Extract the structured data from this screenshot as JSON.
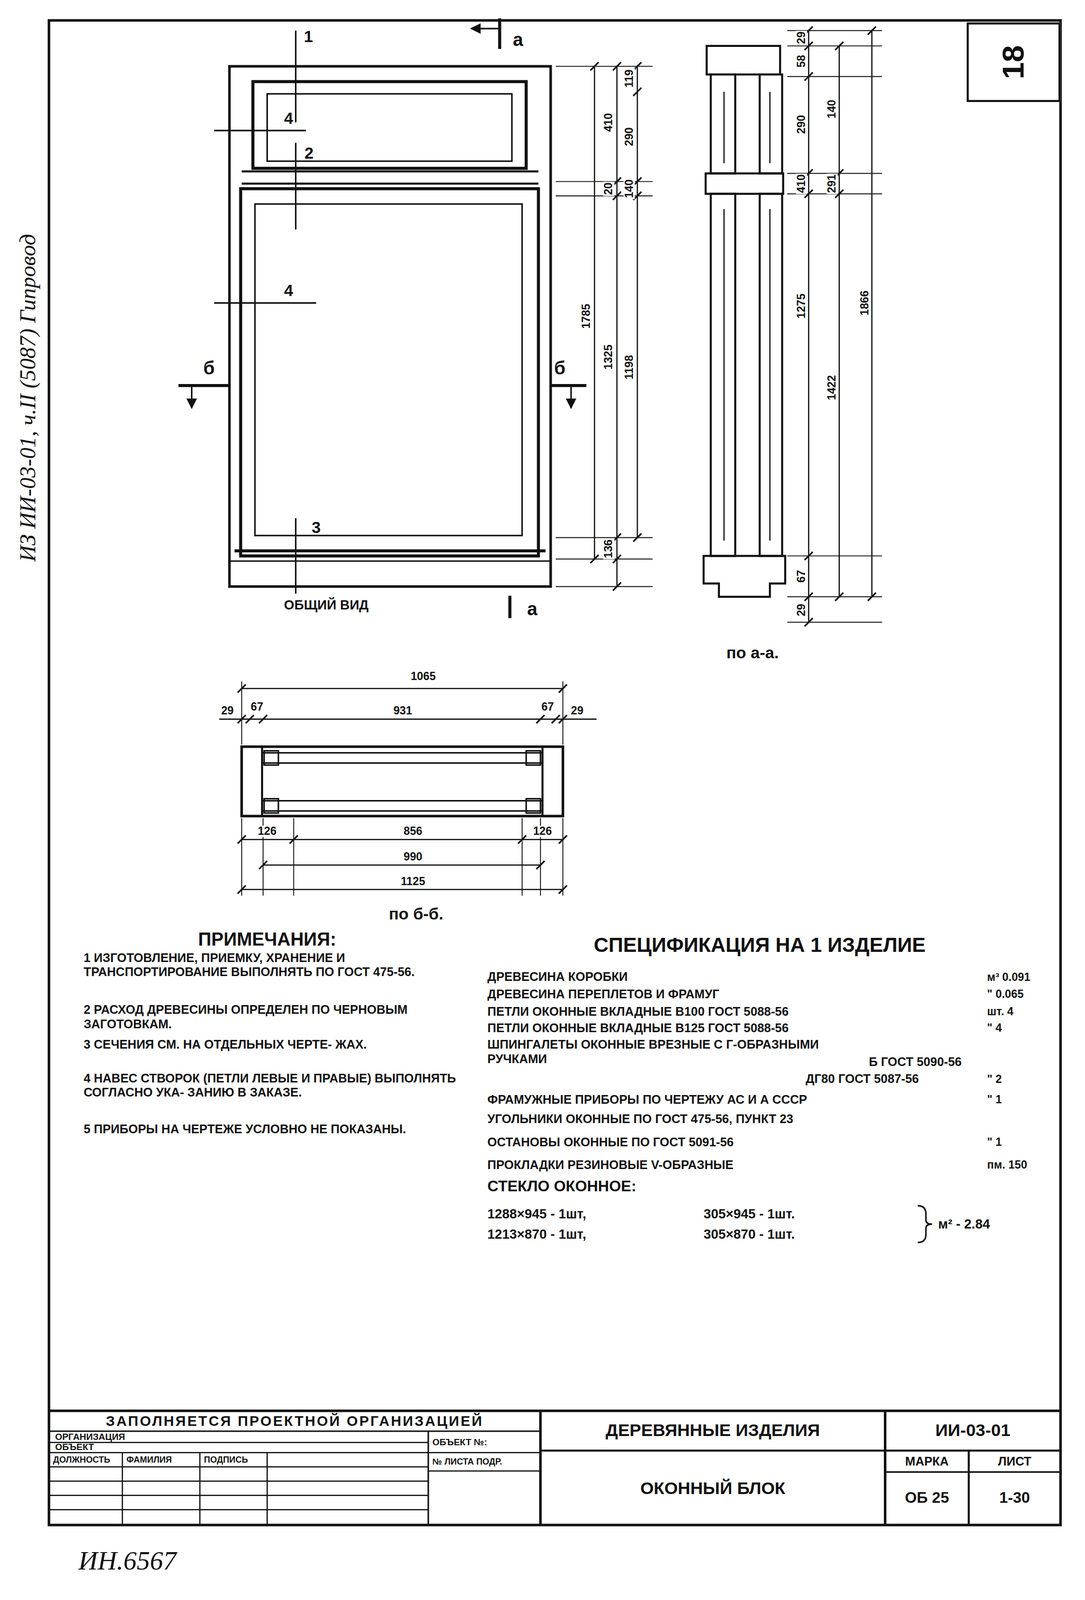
{
  "diagram": {
    "nodes": [
      {
        "text": [
          "18"
        ]
      }
    ],
    "labels": [
      "ИЗ ИИ-03-01, ч.II (5087) Гипровод",
      "1",
      "а",
      "4",
      "2",
      "4",
      "б",
      "б",
      "3",
      "ОБЩИЙ ВИД",
      "а",
      "1785",
      "410",
      "20",
      "1325",
      "136",
      "119",
      "290",
      "140",
      "1198",
      "29",
      "58",
      "290",
      "410",
      "140",
      "291",
      "1275",
      "1422",
      "1866",
      "67",
      "29",
      "по а-а.",
      "1065",
      "29",
      "67",
      "931",
      "67",
      "29",
      "126",
      "856",
      "126",
      "990",
      "1125",
      "по б-б.",
      "ПРИМЕЧАНИЯ:",
      "1 ИЗГОТОВЛЕНИЕ, ПРИЕМКУ, ХРАНЕНИЕ И ТРАНСПОРТИРОВАНИЕ ВЫПОЛНЯТЬ ПО ГОСТ 475-56.",
      "2 РАСХОД ДРЕВЕСИНЫ ОПРЕДЕЛЕН ПО ЧЕРНОВЫМ ЗАГОТОВКАМ.",
      "3 СЕЧЕНИЯ СМ. НА ОТДЕЛЬНЫХ ЧЕРТЕ- ЖАХ.",
      "4 НАВЕС СТВОРОК (ПЕТЛИ ЛЕВЫЕ И ПРАВЫЕ) ВЫПОЛНЯТЬ СОГЛАСНО УКА- ЗАНИЮ В ЗАКАЗЕ.",
      "5 ПРИБОРЫ НА ЧЕРТЕЖЕ УСЛОВНО НЕ ПОКАЗАНЫ.",
      "СПЕЦИФИКАЦИЯ НА 1 ИЗДЕЛИЕ",
      "ДРЕВЕСИНА КОРОБКИ",
      "м³ 0.091",
      "ДРЕВЕСИНА ПЕРЕПЛЕТОВ И ФРАМУГ",
      "\" 0.065",
      "ПЕТЛИ ОКОННЫЕ ВКЛАДНЫЕ В100 ГОСТ 5088-56",
      "шт. 4",
      "ПЕТЛИ ОКОННЫЕ ВКЛАДНЫЕ В125 ГОСТ 5088-56",
      "\" 4",
      "ШПИНГАЛЕТЫ ОКОННЫЕ ВРЕЗНЫЕ С Г-ОБРАЗНЫМИ РУЧКАМИ",
      "Б ГОСТ 5090-56",
      "ДГ80 ГОСТ 5087-56",
      "\" 2",
      "ФРАМУЖНЫЕ ПРИБОРЫ ПО ЧЕРТЕЖУ АС И А СССР",
      "\" 1",
      "УГОЛЬНИКИ ОКОННЫЕ ПО ГОСТ 475-56, ПУНКТ 23",
      "ОСТАНОВЫ ОКОННЫЕ ПО ГОСТ 5091-56",
      "\" 1",
      "ПРОКЛАДКИ РЕЗИНОВЫЕ V-ОБРАЗНЫЕ",
      "пм. 150",
      "СТЕКЛО ОКОННОЕ:",
      "1288×945 - 1шт,",
      "305×945 - 1шт.",
      "1213×870 - 1шт,",
      "305×870 - 1шт.",
      "м² - 2.84",
      "ЗАПОЛНЯЕТСЯ ПРОЕКТНОЙ ОРГАНИЗАЦИЕЙ",
      "ОРГАНИЗАЦИЯ",
      "ОБЪЕКТ",
      "ДОЛЖНОСТЬ",
      "ФАМИЛИЯ",
      "ПОДПИСЬ",
      "ОБЪЕКТ №:",
      "№ ЛИСТА ПОДР.",
      "ДЕРЕВЯННЫЕ ИЗДЕЛИЯ",
      "ОКОННЫЙ БЛОК",
      "ИИ-03-01",
      "МАРКА",
      "ЛИСТ",
      "ОБ 25",
      "1-30",
      "ИН.6567"
    ]
  }
}
